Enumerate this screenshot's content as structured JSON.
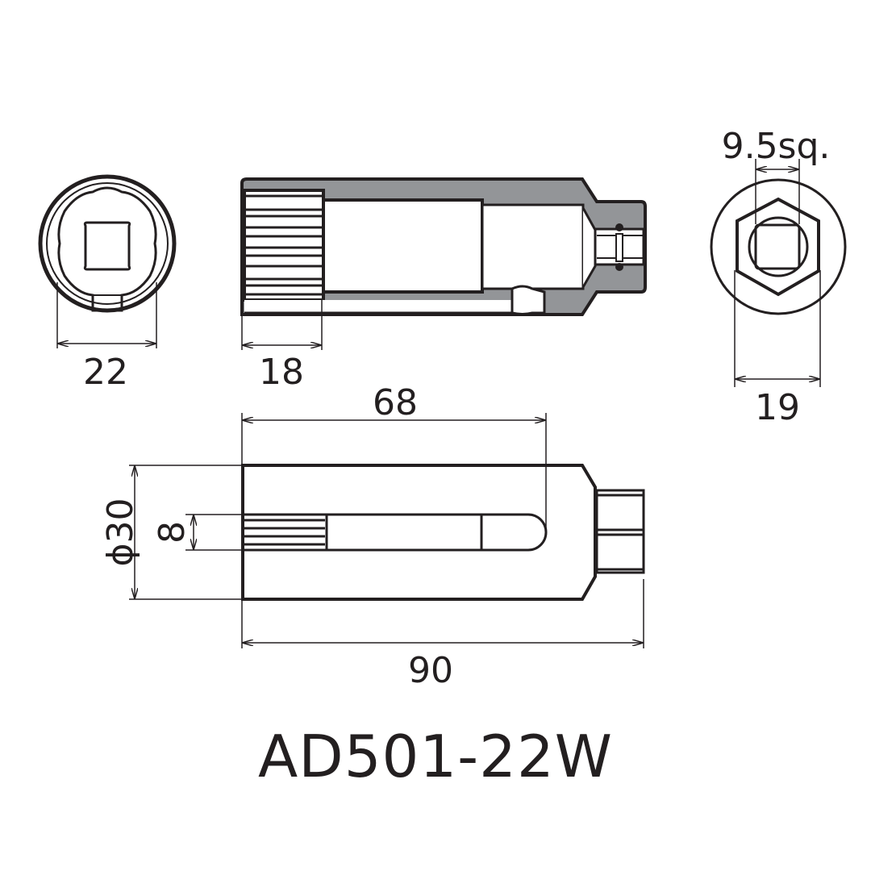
{
  "title": {
    "model": "AD501-22W"
  },
  "colors": {
    "line": "#231f20",
    "section_fill": "#939598",
    "background": "#ffffff"
  },
  "views": {
    "front_end": {
      "name": "12-point socket end view",
      "dimension": "22"
    },
    "section": {
      "name": "cross-section side view",
      "dimension": "18"
    },
    "drive_end": {
      "name": "square drive end view",
      "drive_dimension": "9.5sq.",
      "hex_dimension": "19"
    },
    "side": {
      "name": "side view with slot",
      "slot_length": "68",
      "slot_width": "8",
      "diameter": "ϕ30",
      "overall_length": "90"
    }
  }
}
